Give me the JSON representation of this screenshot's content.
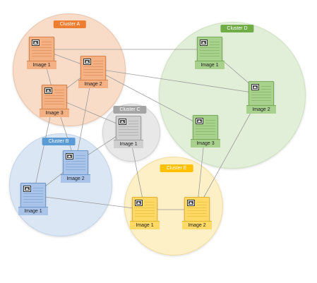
{
  "colors": {
    "edge": "#9a9a9a",
    "A": {
      "circle": "#f9dcc8",
      "border": "#ecc4a8",
      "node": "#f4b184",
      "nodeDark": "#d9834a",
      "label": "#ed7d31"
    },
    "B": {
      "circle": "#dae6f4",
      "border": "#c3d5ea",
      "node": "#a9c4e8",
      "nodeDark": "#6f9ad0",
      "label": "#5b9bd5"
    },
    "C": {
      "circle": "#e8e8e8",
      "border": "#d4d4d4",
      "node": "#cfcfcf",
      "nodeDark": "#a0a0a0",
      "label": "#a5a5a5"
    },
    "D": {
      "circle": "#e1efd8",
      "border": "#cde3bf",
      "node": "#a9d18e",
      "nodeDark": "#78ac56",
      "label": "#70ad47"
    },
    "E": {
      "circle": "#fdefc6",
      "border": "#f3dfa0",
      "node": "#ffd966",
      "nodeDark": "#e5b52c",
      "label": "#ffc000"
    }
  },
  "clusters": [
    {
      "id": "A",
      "label": "Cluster A",
      "nodes": [
        {
          "id": "A1",
          "label": "Image 1"
        },
        {
          "id": "A2",
          "label": "Image 2"
        },
        {
          "id": "A3",
          "label": "Image 3"
        }
      ]
    },
    {
      "id": "B",
      "label": "Cluster B",
      "nodes": [
        {
          "id": "B1",
          "label": "Image 1"
        },
        {
          "id": "B2",
          "label": "Image 2"
        }
      ]
    },
    {
      "id": "C",
      "label": "Cluster C",
      "nodes": [
        {
          "id": "C1",
          "label": "Image 1"
        }
      ]
    },
    {
      "id": "D",
      "label": "Cluster D",
      "nodes": [
        {
          "id": "D1",
          "label": "Image 1"
        },
        {
          "id": "D2",
          "label": "Image 2"
        },
        {
          "id": "D3",
          "label": "Image 3"
        }
      ]
    },
    {
      "id": "E",
      "label": "Cluster E",
      "nodes": [
        {
          "id": "E1",
          "label": "Image 1"
        },
        {
          "id": "E2",
          "label": "Image 2"
        }
      ]
    }
  ],
  "edges": [
    [
      "A1",
      "A2"
    ],
    [
      "A1",
      "A3"
    ],
    [
      "A1",
      "D1"
    ],
    [
      "A2",
      "A3"
    ],
    [
      "A2",
      "B2"
    ],
    [
      "A2",
      "D2"
    ],
    [
      "A2",
      "D3"
    ],
    [
      "A3",
      "B1"
    ],
    [
      "A3",
      "B2"
    ],
    [
      "A3",
      "C1"
    ],
    [
      "B1",
      "B2"
    ],
    [
      "B1",
      "E1"
    ],
    [
      "B2",
      "C1"
    ],
    [
      "C1",
      "E1"
    ],
    [
      "D1",
      "D2"
    ],
    [
      "D2",
      "E2"
    ],
    [
      "D3",
      "E2"
    ],
    [
      "E1",
      "E2"
    ]
  ]
}
